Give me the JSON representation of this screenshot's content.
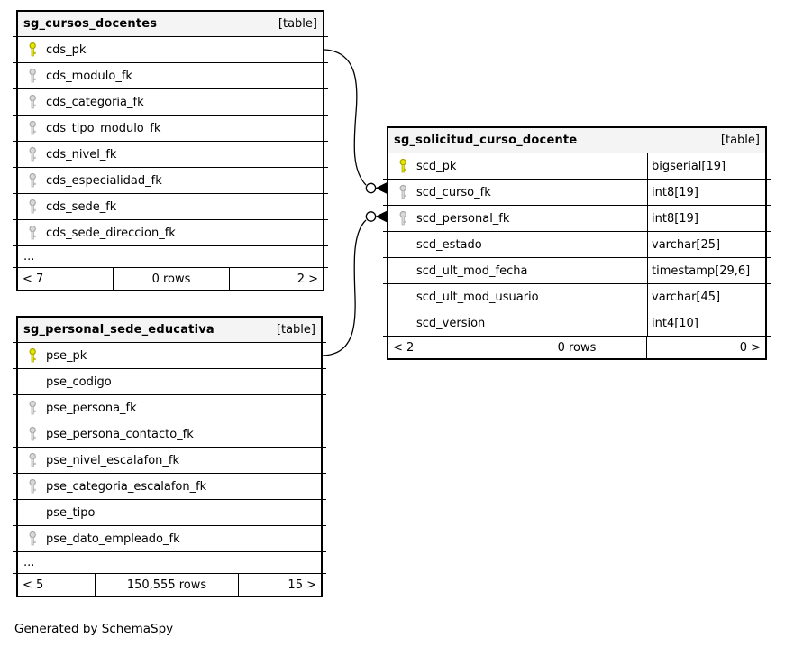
{
  "diagram": {
    "generated_by": "Generated by SchemaSpy"
  },
  "colors": {
    "primary_key_fill": "#e5e500",
    "primary_key_outline": "#a6a600",
    "foreign_key_fill": "#d9d9d9",
    "foreign_key_outline": "#a9a9a9",
    "header_bg": "#f4f4f4",
    "border": "#000000",
    "row_bg": "#ffffff"
  },
  "tables": [
    {
      "title": "sg_cursos_docentes",
      "badge": "[table]",
      "columns": [
        {
          "name": "cds_pk",
          "key": "primary"
        },
        {
          "name": "cds_modulo_fk",
          "key": "foreign"
        },
        {
          "name": "cds_categoria_fk",
          "key": "foreign"
        },
        {
          "name": "cds_tipo_modulo_fk",
          "key": "foreign"
        },
        {
          "name": "cds_nivel_fk",
          "key": "foreign"
        },
        {
          "name": "cds_especialidad_fk",
          "key": "foreign"
        },
        {
          "name": "cds_sede_fk",
          "key": "foreign"
        },
        {
          "name": "cds_sede_direccion_fk",
          "key": "foreign"
        }
      ],
      "ellipsis": "...",
      "footer": {
        "left": "< 7",
        "center": "0 rows",
        "right": "2 >"
      }
    },
    {
      "title": "sg_personal_sede_educativa",
      "badge": "[table]",
      "columns": [
        {
          "name": "pse_pk",
          "key": "primary"
        },
        {
          "name": "pse_codigo",
          "key": null
        },
        {
          "name": "pse_persona_fk",
          "key": "foreign"
        },
        {
          "name": "pse_persona_contacto_fk",
          "key": "foreign"
        },
        {
          "name": "pse_nivel_escalafon_fk",
          "key": "foreign"
        },
        {
          "name": "pse_categoria_escalafon_fk",
          "key": "foreign"
        },
        {
          "name": "pse_tipo",
          "key": null
        },
        {
          "name": "pse_dato_empleado_fk",
          "key": "foreign"
        }
      ],
      "ellipsis": "...",
      "footer": {
        "left": "< 5",
        "center": "150,555 rows",
        "right": "15 >"
      }
    },
    {
      "title": "sg_solicitud_curso_docente",
      "badge": "[table]",
      "columns": [
        {
          "name": "scd_pk",
          "key": "primary",
          "type": "bigserial[19]"
        },
        {
          "name": "scd_curso_fk",
          "key": "foreign",
          "type": "int8[19]"
        },
        {
          "name": "scd_personal_fk",
          "key": "foreign",
          "type": "int8[19]"
        },
        {
          "name": "scd_estado",
          "key": null,
          "type": "varchar[25]"
        },
        {
          "name": "scd_ult_mod_fecha",
          "key": null,
          "type": "timestamp[29,6]"
        },
        {
          "name": "scd_ult_mod_usuario",
          "key": null,
          "type": "varchar[45]"
        },
        {
          "name": "scd_version",
          "key": null,
          "type": "int4[10]"
        }
      ],
      "footer": {
        "left": "< 2",
        "center": "0 rows",
        "right": "0 >"
      }
    }
  ],
  "relationships": [
    {
      "from_table": "sg_cursos_docentes",
      "from_column": "cds_pk",
      "to_table": "sg_solicitud_curso_docente",
      "to_column": "scd_curso_fk",
      "end_marker": "open-circle-with-arrow"
    },
    {
      "from_table": "sg_personal_sede_educativa",
      "from_column": "pse_pk",
      "to_table": "sg_solicitud_curso_docente",
      "to_column": "scd_personal_fk",
      "end_marker": "open-circle-with-arrow"
    }
  ]
}
